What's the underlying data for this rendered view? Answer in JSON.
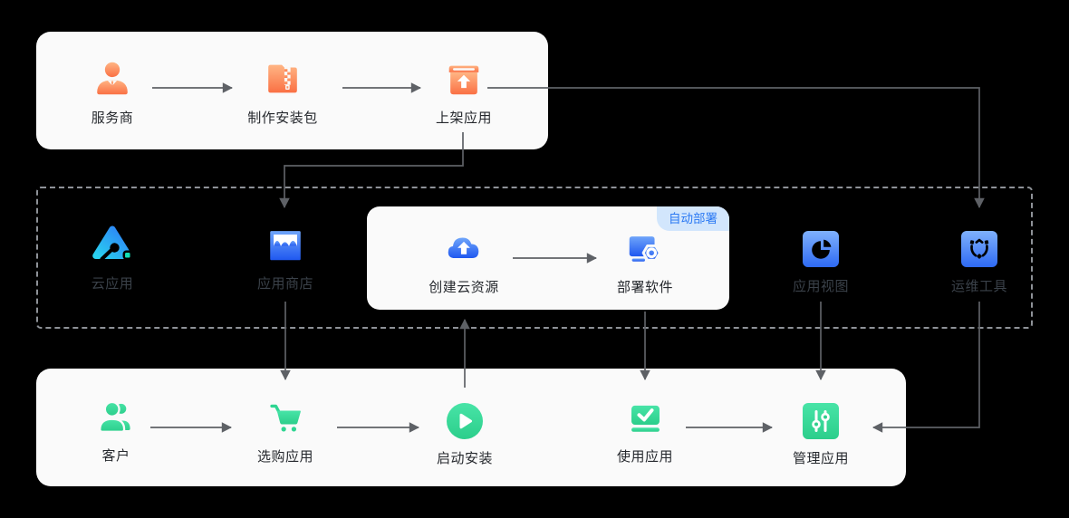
{
  "diagram_title": "cloud-app lifecycle flow",
  "colors": {
    "background": "#000000",
    "panel": "#FAFAFA",
    "orange_gradient": [
      "#FFB584",
      "#FA7044"
    ],
    "blue_gradient": [
      "#6FA5FA",
      "#1F58F0"
    ],
    "blue_square_gradient": [
      "#7FB1FC",
      "#2E6AF4"
    ],
    "logo_gradient": [
      "#2E7BF7",
      "#29D2EF"
    ],
    "teal_accent": "#12DFB6",
    "green_gradient": [
      "#48E4A7",
      "#2CCE8B"
    ],
    "green_accent": "#2FD592",
    "badge_bg": "#D2E6FC",
    "badge_text": "#2B79F3",
    "connector": "#5E6166",
    "dashed_border": "#8E9298",
    "label_dark": "#25282D",
    "label_dim": "#3A4149"
  },
  "top_row": {
    "items": [
      {
        "label": "服务商",
        "icon": "provider-person-icon"
      },
      {
        "label": "制作安装包",
        "icon": "zip-package-icon"
      },
      {
        "label": "上架应用",
        "icon": "publish-box-icon"
      }
    ]
  },
  "middle_row": {
    "cloud_app": {
      "label": "云应用",
      "icon": "cloud-app-logo"
    },
    "app_store": {
      "label": "应用商店",
      "icon": "store-icon"
    },
    "deploy_card": {
      "badge": "自动部署",
      "items": [
        {
          "label": "创建云资源",
          "icon": "cloud-upload-icon"
        },
        {
          "label": "部署软件",
          "icon": "deploy-software-icon"
        }
      ]
    },
    "app_view": {
      "label": "应用视图",
      "icon": "pie-chart-icon"
    },
    "ops_tool": {
      "label": "运维工具",
      "icon": "ops-tool-icon"
    }
  },
  "bottom_row": {
    "items": [
      {
        "label": "客户",
        "icon": "customers-icon"
      },
      {
        "label": "选购应用",
        "icon": "cart-icon"
      },
      {
        "label": "启动安装",
        "icon": "play-icon"
      },
      {
        "label": "使用应用",
        "icon": "use-app-icon"
      },
      {
        "label": "管理应用",
        "icon": "manage-sliders-icon"
      }
    ]
  }
}
